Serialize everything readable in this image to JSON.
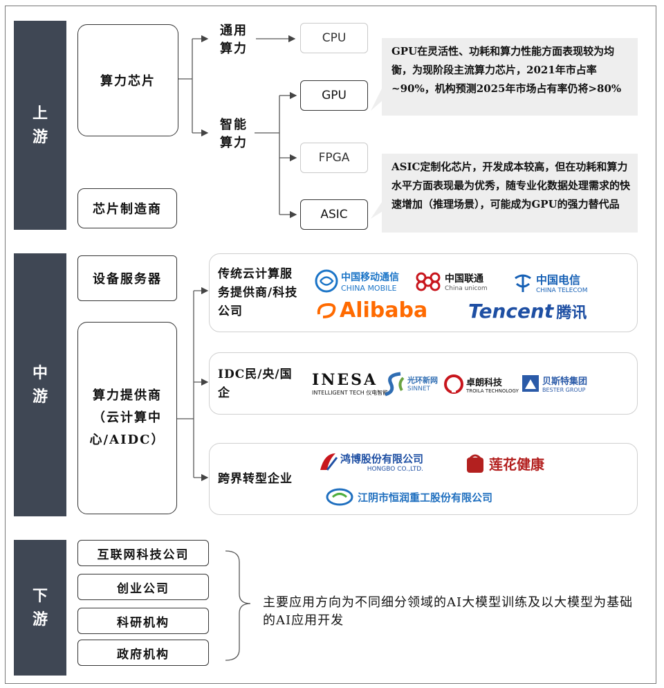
{
  "upstream": {
    "band": "上游",
    "chip_box": "算力芯片",
    "manufacturer_box": "芯片制造商",
    "general_label": "通用算力",
    "smart_label": "智能算力",
    "chips": [
      "CPU",
      "GPU",
      "FPGA",
      "ASIC"
    ],
    "gpu_note": "GPU在灵活性、功耗和算力性能方面表现较为均衡，为现阶段主流算力芯片，2021年市占率~90%，机构预测2025年市场占有率仍将>80%",
    "asic_note": "ASIC定制化芯片，开发成本较高，但在功耗和算力水平方面表现最为优秀，随专业化数据处理需求的快速增加（推理场景），可能成为GPU的强力替代品"
  },
  "midstream": {
    "band": "中游",
    "equipment_box": "设备服务器",
    "provider_box": "算力提供商（云计算中心/AIDC）",
    "panels": [
      {
        "label": "传统云计算服务提供商/科技公司",
        "logos": [
          {
            "icon": "china-mobile-logo",
            "main": "中国移动通信",
            "sub": "CHINA MOBILE",
            "color": "#1a74c7"
          },
          {
            "icon": "china-unicom-logo",
            "main": "中国联通",
            "sub": "China unicom",
            "color": "#c8161d"
          },
          {
            "icon": "china-telecom-logo",
            "main": "中国电信",
            "sub": "CHINA TELECOM",
            "color": "#1660b5"
          },
          {
            "icon": "alibaba-logo",
            "main": "Alibaba",
            "sub": "",
            "color": "#ff6a00"
          },
          {
            "icon": "tencent-logo",
            "main": "Tencent",
            "sub": "腾讯",
            "color": "#1e4fa3"
          }
        ]
      },
      {
        "label": "IDC民/央/国企",
        "logos": [
          {
            "icon": "inesa-logo",
            "main": "INESA",
            "sub": "INTELLIGENT TECH 仪电智能",
            "color": "#222222"
          },
          {
            "icon": "sinnet-logo",
            "main": "光环新网",
            "sub": "SINNET",
            "color": "#2f6db3"
          },
          {
            "icon": "trolia-logo",
            "main": "卓朗科技",
            "sub": "TROILA TECHNOLOGY",
            "color": "#c8161d"
          },
          {
            "icon": "bester-logo",
            "main": "贝斯特集团",
            "sub": "BESTER GROUP",
            "color": "#2a5aa8"
          }
        ]
      },
      {
        "label": "跨界转型企业",
        "logos": [
          {
            "icon": "hongbo-logo",
            "main": "鸿博股份有限公司",
            "sub": "HONGBO CO.,LTD.",
            "color": "#1e4fa3"
          },
          {
            "icon": "lianhua-logo",
            "main": "莲花健康",
            "sub": "",
            "color": "#b3201f"
          },
          {
            "icon": "hengrun-logo",
            "main": "江阴市恒润重工股份有限公司",
            "sub": "",
            "color": "#1f6fbf"
          }
        ]
      }
    ]
  },
  "downstream": {
    "band": "下游",
    "boxes": [
      "互联网科技公司",
      "创业公司",
      "科研机构",
      "政府机构"
    ],
    "summary": "主要应用方向为不同细分领域的AI大模型训练及以大模型为基础的AI应用开发"
  }
}
